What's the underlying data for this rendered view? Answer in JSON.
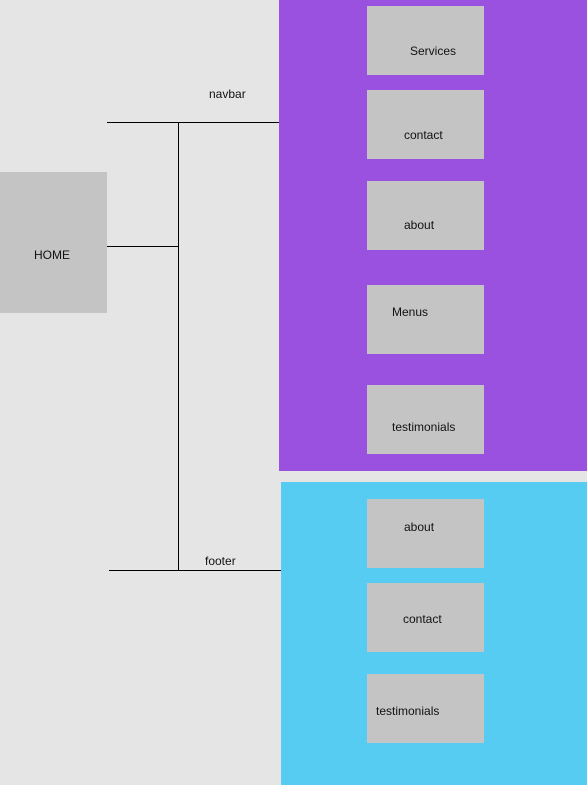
{
  "home": {
    "label": "HOME"
  },
  "connectors": {
    "navbar_label": "navbar",
    "footer_label": "footer"
  },
  "colors": {
    "background": "#e5e5e5",
    "navbar_panel": "#9b51e0",
    "footer_panel": "#56ccf2",
    "node": "#c4c4c4"
  },
  "navbar": {
    "items": [
      {
        "label": "Services"
      },
      {
        "label": "contact"
      },
      {
        "label": "about"
      },
      {
        "label": "Menus"
      },
      {
        "label": "testimonials"
      }
    ]
  },
  "footer": {
    "items": [
      {
        "label": "about"
      },
      {
        "label": "contact"
      },
      {
        "label": "testimonials"
      }
    ]
  }
}
